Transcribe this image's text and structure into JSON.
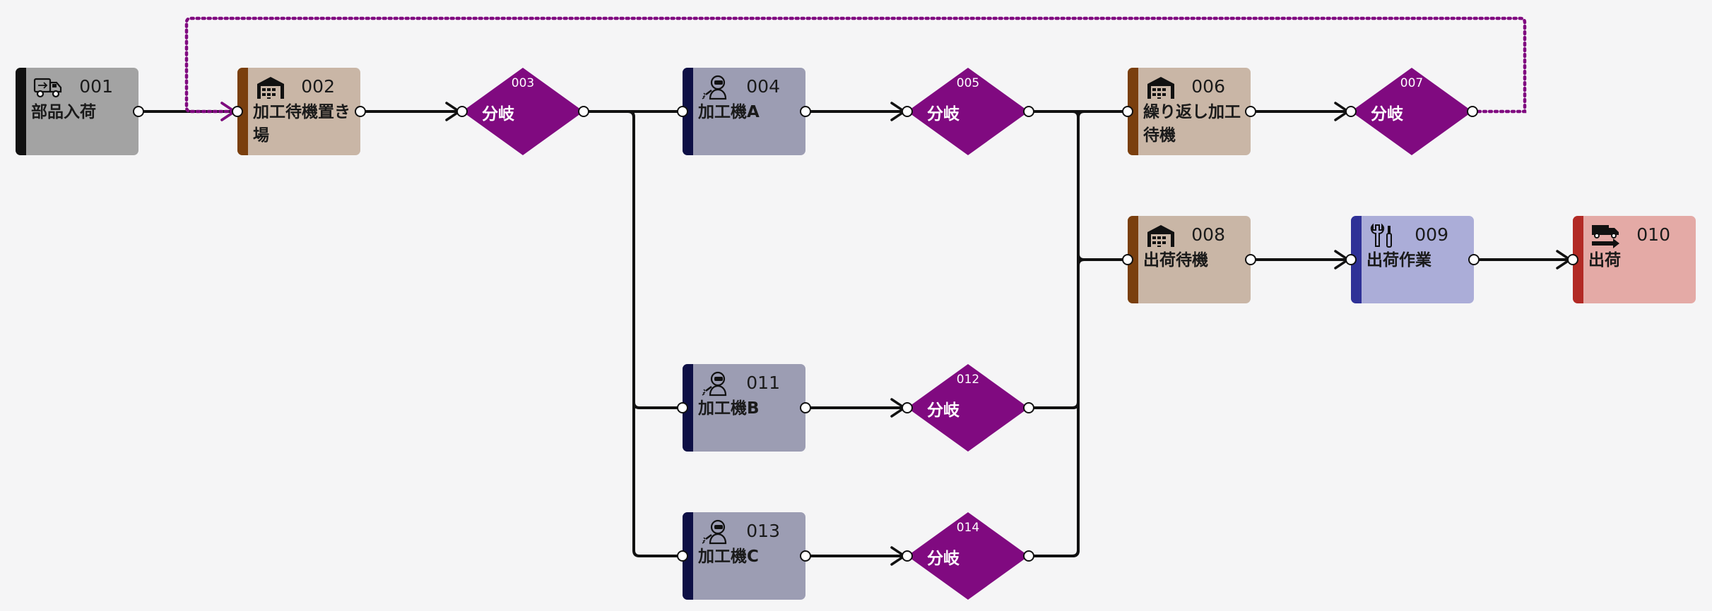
{
  "colors": {
    "receive": "#a3a3a3",
    "receive_stripe": "#111111",
    "store": "#c9b6a6",
    "store_stripe": "#7a3f0e",
    "machine": "#9c9db3",
    "machine_stripe": "#0d0f45",
    "work": "#abadd8",
    "work_stripe": "#2f3197",
    "ship": "#e4aaa6",
    "ship_stripe": "#b22a25",
    "branch": "#800a80",
    "edge": "#111111",
    "loop_edge": "#800a80"
  },
  "nodes": [
    {
      "id": "001",
      "label": "部品入荷",
      "kind": "receive",
      "icon": "delivery-truck-icon"
    },
    {
      "id": "002",
      "label": "加工待機置き場",
      "kind": "store",
      "icon": "warehouse-icon"
    },
    {
      "id": "003",
      "label": "分岐",
      "kind": "branch"
    },
    {
      "id": "004",
      "label": "加工機A",
      "kind": "machine",
      "icon": "welder-icon"
    },
    {
      "id": "005",
      "label": "分岐",
      "kind": "branch"
    },
    {
      "id": "006",
      "label": "繰り返し加工待機",
      "kind": "store",
      "icon": "warehouse-icon"
    },
    {
      "id": "007",
      "label": "分岐",
      "kind": "branch"
    },
    {
      "id": "008",
      "label": "出荷待機",
      "kind": "store",
      "icon": "warehouse-icon"
    },
    {
      "id": "009",
      "label": "出荷作業",
      "kind": "work",
      "icon": "tools-icon"
    },
    {
      "id": "010",
      "label": "出荷",
      "kind": "ship",
      "icon": "shipping-icon"
    },
    {
      "id": "011",
      "label": "加工機B",
      "kind": "machine",
      "icon": "welder-icon"
    },
    {
      "id": "012",
      "label": "分岐",
      "kind": "branch"
    },
    {
      "id": "013",
      "label": "加工機C",
      "kind": "machine",
      "icon": "welder-icon"
    },
    {
      "id": "014",
      "label": "分岐",
      "kind": "branch"
    }
  ],
  "edges": [
    {
      "from": "001",
      "to": "002"
    },
    {
      "from": "002",
      "to": "003"
    },
    {
      "from": "003",
      "to": "004"
    },
    {
      "from": "003",
      "to": "011"
    },
    {
      "from": "003",
      "to": "013"
    },
    {
      "from": "004",
      "to": "005"
    },
    {
      "from": "011",
      "to": "012"
    },
    {
      "from": "013",
      "to": "014"
    },
    {
      "from": "005",
      "to": "006"
    },
    {
      "from": "005",
      "to": "008"
    },
    {
      "from": "012",
      "to": "006"
    },
    {
      "from": "012",
      "to": "008"
    },
    {
      "from": "014",
      "to": "006"
    },
    {
      "from": "014",
      "to": "008"
    },
    {
      "from": "006",
      "to": "007"
    },
    {
      "from": "007",
      "to": "002",
      "style": "dotted"
    },
    {
      "from": "008",
      "to": "009"
    },
    {
      "from": "009",
      "to": "010"
    }
  ]
}
